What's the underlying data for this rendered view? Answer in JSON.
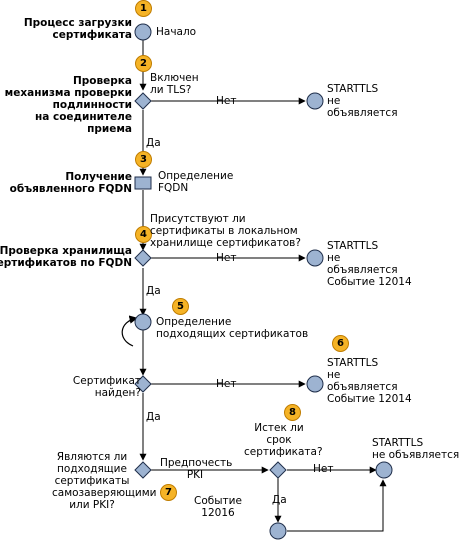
{
  "steps": [
    {
      "num": "1",
      "title_lines": [
        "Процесс загрузки",
        "сертификата"
      ]
    },
    {
      "num": "2",
      "title_lines": [
        "Проверка",
        "механизма проверки",
        "подлинности",
        "на соединителе",
        "приема"
      ]
    },
    {
      "num": "3",
      "title_lines": [
        "Получение",
        "объявленного FQDN"
      ]
    },
    {
      "num": "4",
      "title_lines": [
        "Проверка хранилища",
        "сертификатов по FQDN"
      ]
    },
    {
      "num": "5"
    },
    {
      "num": "6"
    },
    {
      "num": "7"
    },
    {
      "num": "8"
    }
  ],
  "nodes": {
    "start_label": "Начало",
    "tls_question": [
      "Включен",
      "ли TLS?"
    ],
    "fqdn_label": [
      "Определение",
      "FQDN"
    ],
    "local_store_question": [
      "Присутствуют ли",
      "сертификаты в локальном",
      "хранилище сертификатов?"
    ],
    "select_certs": [
      "Определение",
      "подходящих сертификатов"
    ],
    "cert_found_question": [
      "Сертификат",
      "найден?"
    ],
    "self_signed_question": [
      "Являются ли",
      "подходящие",
      "сертификаты",
      "самозаверяющими",
      "или PKI?"
    ],
    "expired_question": [
      "Истек ли",
      "срок",
      "сертификата?"
    ],
    "prefer_pki": [
      "Предпочесть",
      "PKI"
    ],
    "event_12016": [
      "Событие",
      "12016"
    ]
  },
  "edges": {
    "yes": "Да",
    "no": "Нет"
  },
  "outcomes": {
    "o1": [
      "STARTTLS",
      "не",
      "объявляется"
    ],
    "o2": [
      "STARTTLS",
      "не",
      "объявляется",
      "Событие 12014"
    ],
    "o3": [
      "STARTTLS",
      "не",
      "объявляется",
      "Событие 12014"
    ],
    "o4": [
      "STARTTLS",
      "не объявляется"
    ]
  },
  "colors": {
    "node_fill": "#9db3d1",
    "node_stroke": "#1f2e4a",
    "badge_fill": "#f5b326",
    "line": "#000000"
  }
}
